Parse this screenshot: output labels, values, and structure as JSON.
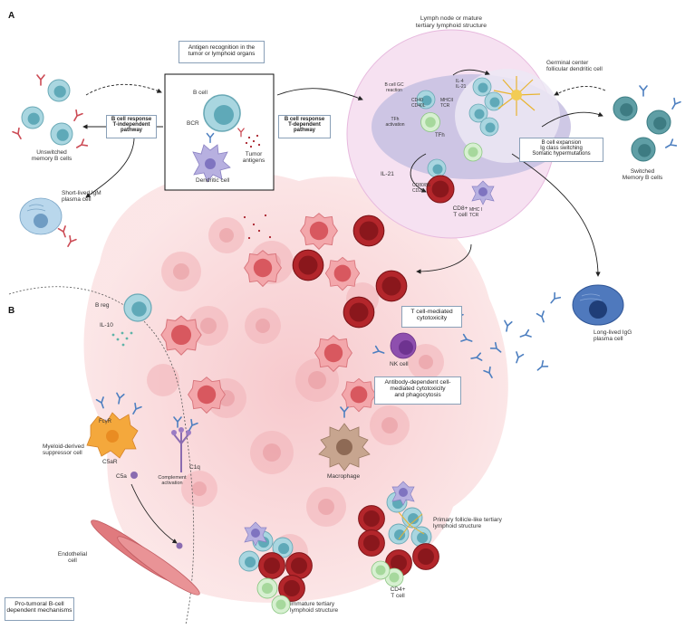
{
  "panels": {
    "a": "A",
    "b": "B"
  },
  "boxes": {
    "antigen_recognition": "Antigen recognition in the\ntumor or lymphoid organs",
    "t_independent": "B cell response\nT-independent\npathway",
    "t_dependent": "B cell response\nT-dependent\npathway",
    "expansion": "B cell expansion\nIg class switching\nSomatic hypermutations",
    "t_cell_cytotoxicity": "T cell-mediated\ncytotoxicity",
    "adcc": "Antibody-dependent cell-\nmediated cytotoxicity\nand phagocytosis",
    "pro_tumoral": "Pro-tumoral B-cell\ndependent mechanisms"
  },
  "labels": {
    "lymph_node": "Lymph node or mature\ntertiary lymphoid structure",
    "b_cell": "B cell",
    "bcr": "BCR",
    "tumor_antigens": "Tumor\nantigens",
    "dendritic_cell": "Dendritic cell",
    "unswitched": "Unswitched\nmemory B cells",
    "short_lived": "Short-lived IgM\nplasma cell",
    "b_cell_gc": "B cell GC\nreaction",
    "tfh_activation": "TFh\nactivation",
    "cd40": "CD40\nCD40L",
    "mhc_tcr": "MHCII\nTCR",
    "il4_il21": "IL-4\nIL-21",
    "tfh": "TFh",
    "gc_fdc": "Germinal center\nfollicular dendritic cell",
    "il21": "IL-21",
    "cd80": "CD80/86\nCD28",
    "mhc1": "MHC I\nTCR",
    "cd8": "CD8+\nT cell",
    "switched": "Switched\nMemory B cells",
    "long_lived": "Long-lived IgG\nplasma cell",
    "breg": "B reg",
    "il10": "IL-10",
    "fcyr": "FcγR",
    "mdsc": "Myeloid-derived\nsuppressor cell",
    "c5ar": "C5aR",
    "c5a": "C5a",
    "c1q": "C1q",
    "complement": "Complement\nactivation",
    "nk": "NK cell",
    "macrophage": "Macrophage",
    "primary_tls": "Primary follicle-like tertiary\nlymphoid structure",
    "cd4": "CD4+\nT cell",
    "endothelial": "Endothelial\ncell",
    "immature_tls": "Immature tertiary\nlymphoid structure"
  },
  "colors": {
    "b_cell": "#a9d6e0",
    "b_cell_nucleus": "#5fa9b8",
    "memory_b": "#4f8f96",
    "t_cell": "#b3262b",
    "tumor": "#f0a0a5",
    "tumor_bg": "#f7c9cc",
    "lymph_outer": "#f3dcef",
    "lymph_inner": "#c7c0e0",
    "dendritic": "#b7b0e0",
    "antibody": "#4d7fc0",
    "igm": "#cc4b55",
    "fdc": "#e8b430",
    "mdsc": "#f4a83c",
    "macrophage": "#c7a58f",
    "nk": "#8e4fae",
    "plasma_igg": "#3c64a8",
    "cd4": "#bfe6b8",
    "endothelial": "#e07a7e"
  }
}
